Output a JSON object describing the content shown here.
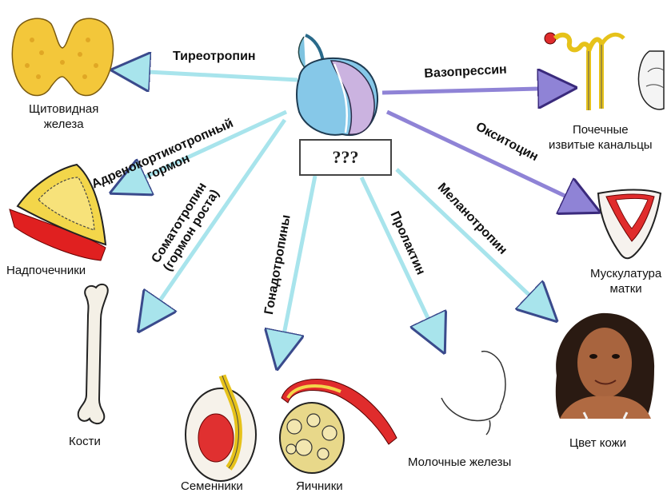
{
  "center": {
    "question": "???"
  },
  "hormones": {
    "thyrotropin": "Тиреотропин",
    "acth_line1": "Адренокортикотропный",
    "acth_line2": "гормон",
    "somatotropin_line1": "Соматотропин",
    "somatotropin_line2": "(гормон роста)",
    "gonadotropins": "Гонадотропины",
    "prolactin": "Пролактин",
    "melanotropin": "Меланотропин",
    "oxytocin": "Окситоцин",
    "vasopressin": "Вазопрессин"
  },
  "targets": {
    "thyroid_line1": "Щитовидная",
    "thyroid_line2": "железа",
    "adrenals": "Надпочечники",
    "bones": "Кости",
    "testes": "Семенники",
    "ovaries": "Яичники",
    "mammary": "Молочные железы",
    "skin": "Цвет кожи",
    "uterus_line1": "Мускулатура",
    "uterus_line2": "матки",
    "kidney_line1": "Почечные",
    "kidney_line2": "извитые канальцы"
  },
  "colors": {
    "anterior_arrow": "#a8e4ec",
    "posterior_arrow": "#8f83d6",
    "arrow_outline": "#3a4a8c"
  }
}
